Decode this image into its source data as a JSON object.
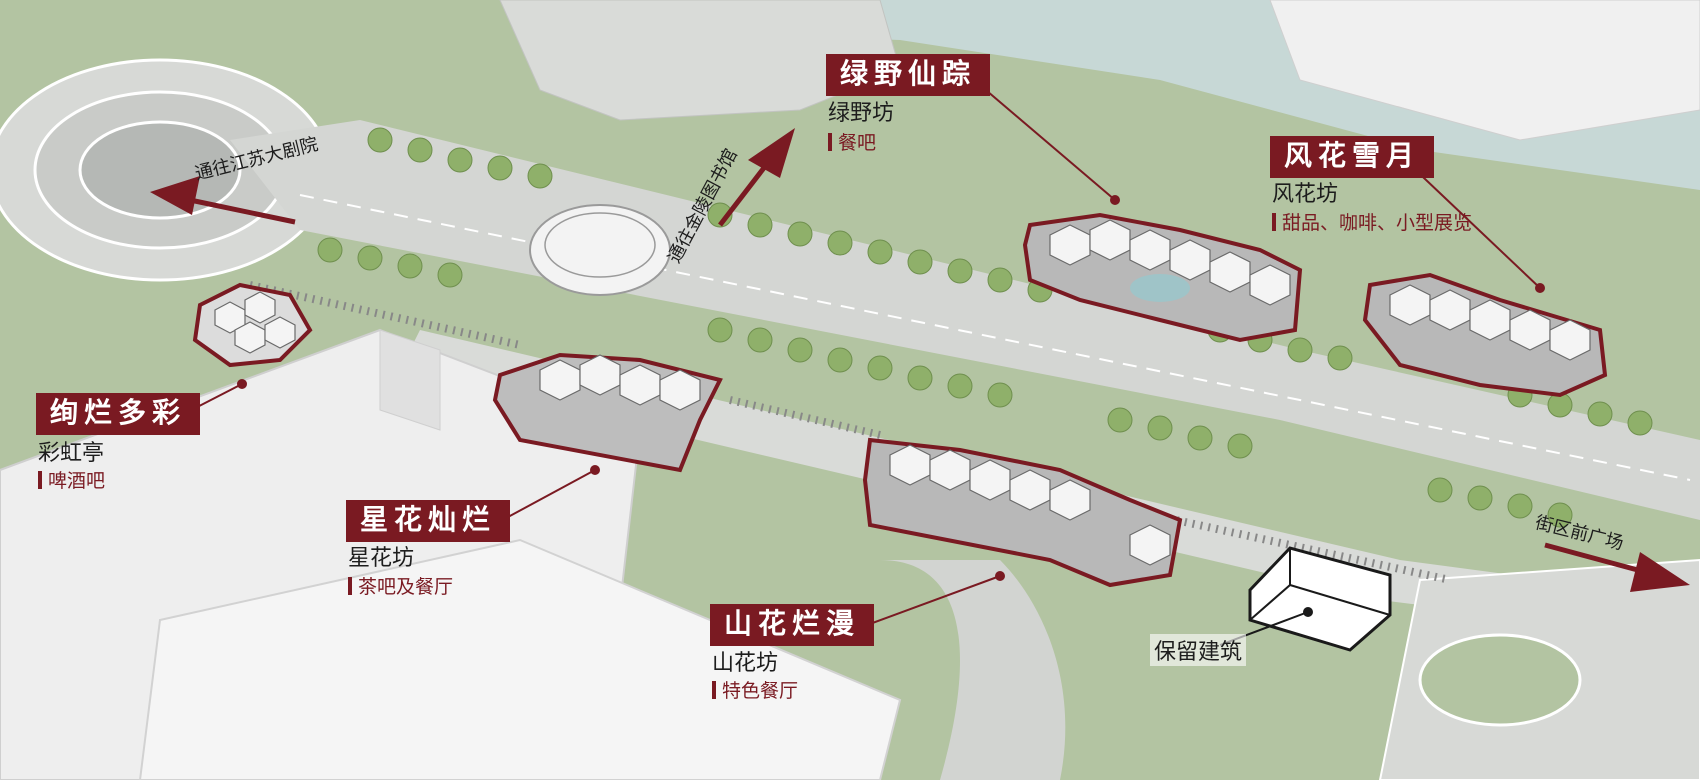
{
  "colors": {
    "accent": "#7a1a22",
    "grass": "#b3c4a2",
    "road": "#d4d6d3",
    "building": "#eeeeee",
    "water": "#c7d8d6",
    "tree": "#8fb06a"
  },
  "pavilions": [
    {
      "id": "rainbow",
      "title": "绚烂多彩",
      "name": "彩虹亭",
      "function": "啤酒吧"
    },
    {
      "id": "xinghua",
      "title": "星花灿烂",
      "name": "星花坊",
      "function": "茶吧及餐厅"
    },
    {
      "id": "lvye",
      "title": "绿野仙踪",
      "name": "绿野坊",
      "function": "餐吧"
    },
    {
      "id": "shanhua",
      "title": "山花烂漫",
      "name": "山花坊",
      "function": "特色餐厅"
    },
    {
      "id": "fenghua",
      "title": "风花雪月",
      "name": "风花坊",
      "function": "甜品、咖啡、小型展览"
    }
  ],
  "reserved_building": {
    "label": "保留建筑"
  },
  "directions": {
    "jiangsu_theatre": "通往江苏大剧院",
    "jinling_library": "通往金陵图书馆",
    "plaza": "街区前广场"
  }
}
